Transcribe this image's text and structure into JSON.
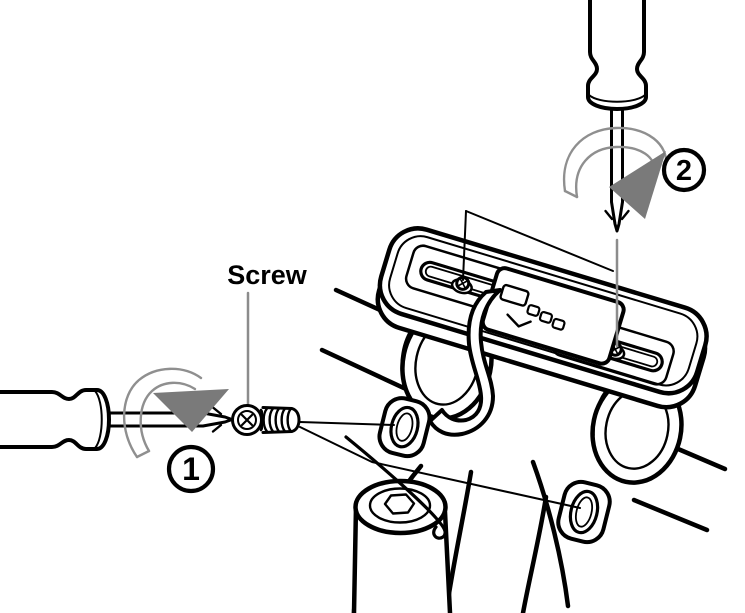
{
  "figure": {
    "type": "instruction-illustration",
    "background_color": "#ffffff",
    "line_color": "#000000",
    "rotation_arrow_fill": "#7a7a7a",
    "rotation_band_stroke": "#8f8f8f",
    "leader_line_color": "#8c8c8c",
    "labels": {
      "screw": "Screw",
      "step1": "1",
      "step2": "2"
    },
    "parts": [
      "screwdriver-1",
      "screwdriver-2",
      "rotation-arrow-1",
      "rotation-arrow-2",
      "screw",
      "mount-plate",
      "bracket-clip",
      "strap",
      "left-clamp",
      "right-clamp",
      "left-lug",
      "right-lug",
      "handlebar",
      "stem"
    ]
  }
}
